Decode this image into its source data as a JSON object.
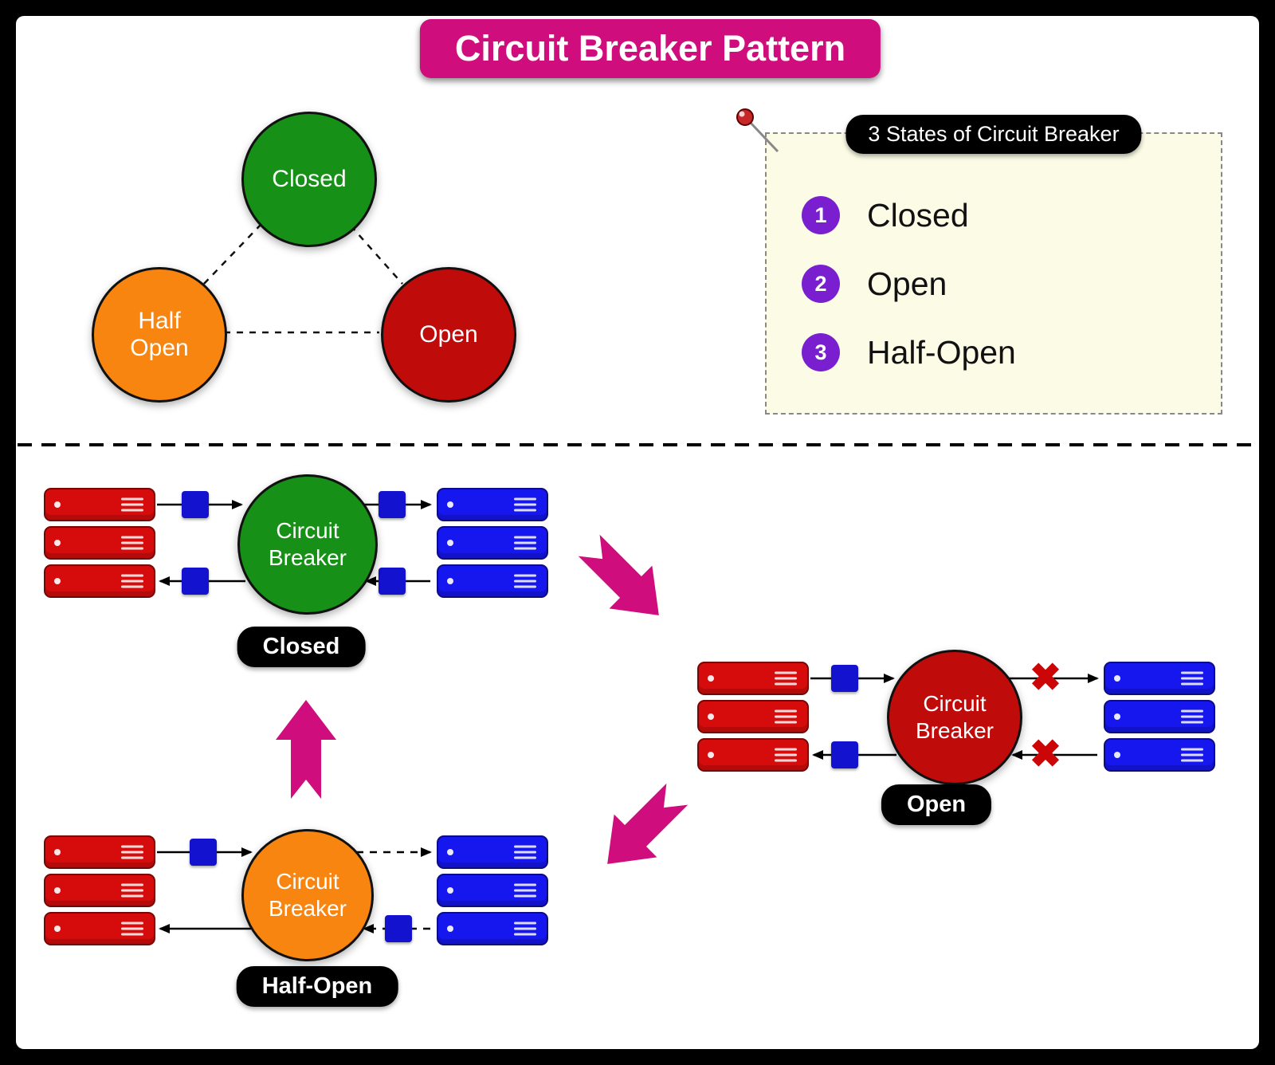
{
  "title": "Circuit Breaker Pattern",
  "state_diagram": {
    "closed": "Closed",
    "half_open": "Half Open",
    "open": "Open"
  },
  "note": {
    "header": "3 States of Circuit Breaker",
    "items": [
      {
        "num": "1",
        "label": "Closed"
      },
      {
        "num": "2",
        "label": "Open"
      },
      {
        "num": "3",
        "label": "Half-Open"
      }
    ]
  },
  "scenarios": {
    "breaker_label": "Circuit Breaker",
    "closed_badge": "Closed",
    "open_badge": "Open",
    "half_open_badge": "Half-Open"
  },
  "icons": {
    "x_mark": "✖"
  },
  "colors": {
    "accent_pink": "#cf0d7c",
    "state_closed_green": "#169016",
    "state_open_red": "#c00b0b",
    "state_half_open_orange": "#f8850f",
    "server_red": "#d60c0c",
    "server_blue": "#1616ee",
    "message_square_blue": "#1212cf",
    "note_bg": "#fbfbe6",
    "badge_black": "#000000",
    "number_purple": "#7a1fd0"
  }
}
